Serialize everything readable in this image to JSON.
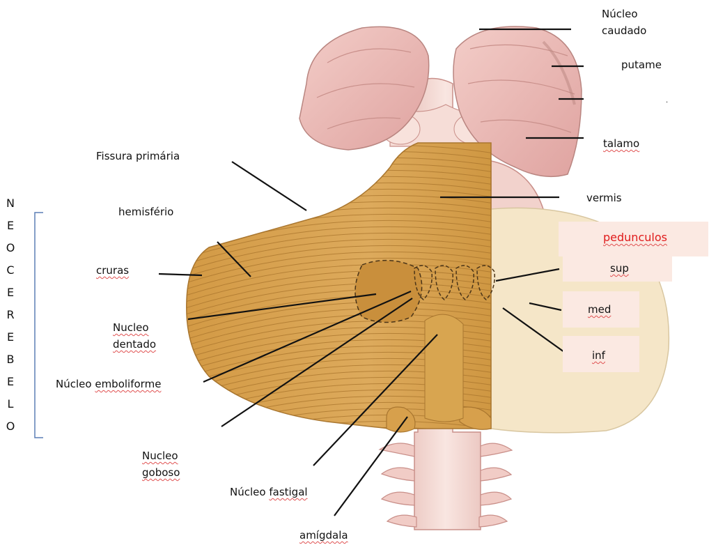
{
  "labels": {
    "nucleo_caudado": [
      "Núcleo",
      "caudado"
    ],
    "putame": "putame",
    "dot": ".",
    "talamo": "talamo",
    "fissura_primaria": "Fissura primária",
    "vermis": "vermis",
    "hemisferio": "hemisfério",
    "pedunculos": "pedunculos",
    "cruras": "cruras",
    "sup": "sup",
    "med": "med",
    "inf": "inf",
    "nucleo_dentado": [
      "Nucleo",
      "dentado"
    ],
    "nucleo_emboliforme": [
      "Núcleo",
      "emboliforme"
    ],
    "nucleo_goboso": [
      "Nucleo",
      "goboso"
    ],
    "nucleo_fastigal": [
      "Núcleo",
      "fastigal"
    ],
    "amigdala": "amígdala"
  },
  "neocerebelo": [
    "N",
    "E",
    "O",
    "C",
    "E",
    "R",
    "E",
    "B",
    "E",
    "L",
    "O"
  ],
  "colors": {
    "cerebellum": "#d9a24e",
    "brainstem": "#f2d6cf",
    "hemisphere_pink": "#e8b4b0",
    "cream": "#f5e6c8",
    "peduncle_tint": "#fbe9e2",
    "accent_red": "#e01b1b",
    "bracket": "#5b7fb6"
  }
}
